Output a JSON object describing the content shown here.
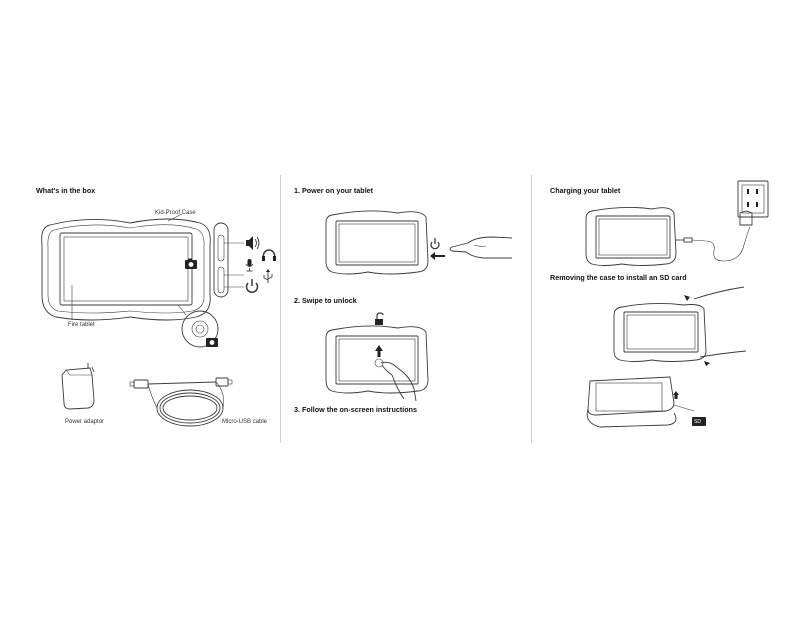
{
  "panel_box": {
    "heading": "What's in the box",
    "labels": {
      "case": "Kid-Proof Case",
      "tablet": "Fire tablet",
      "adaptor": "Power adaptor",
      "cable": "Micro-USB cable"
    }
  },
  "panel_steps": {
    "step1": "1. Power on your tablet",
    "step2": "2. Swipe to unlock",
    "step3": "3. Follow the on-screen instructions"
  },
  "panel_charge": {
    "heading1": "Charging your tablet",
    "heading2": "Removing the case to install an SD card",
    "sd_label": "SD"
  },
  "icons": [
    "camera-icon",
    "volume-icon",
    "headphone-icon",
    "microphone-icon",
    "usb-icon",
    "power-icon",
    "unlock-icon",
    "arrow-up-icon",
    "arrow-left-icon"
  ]
}
